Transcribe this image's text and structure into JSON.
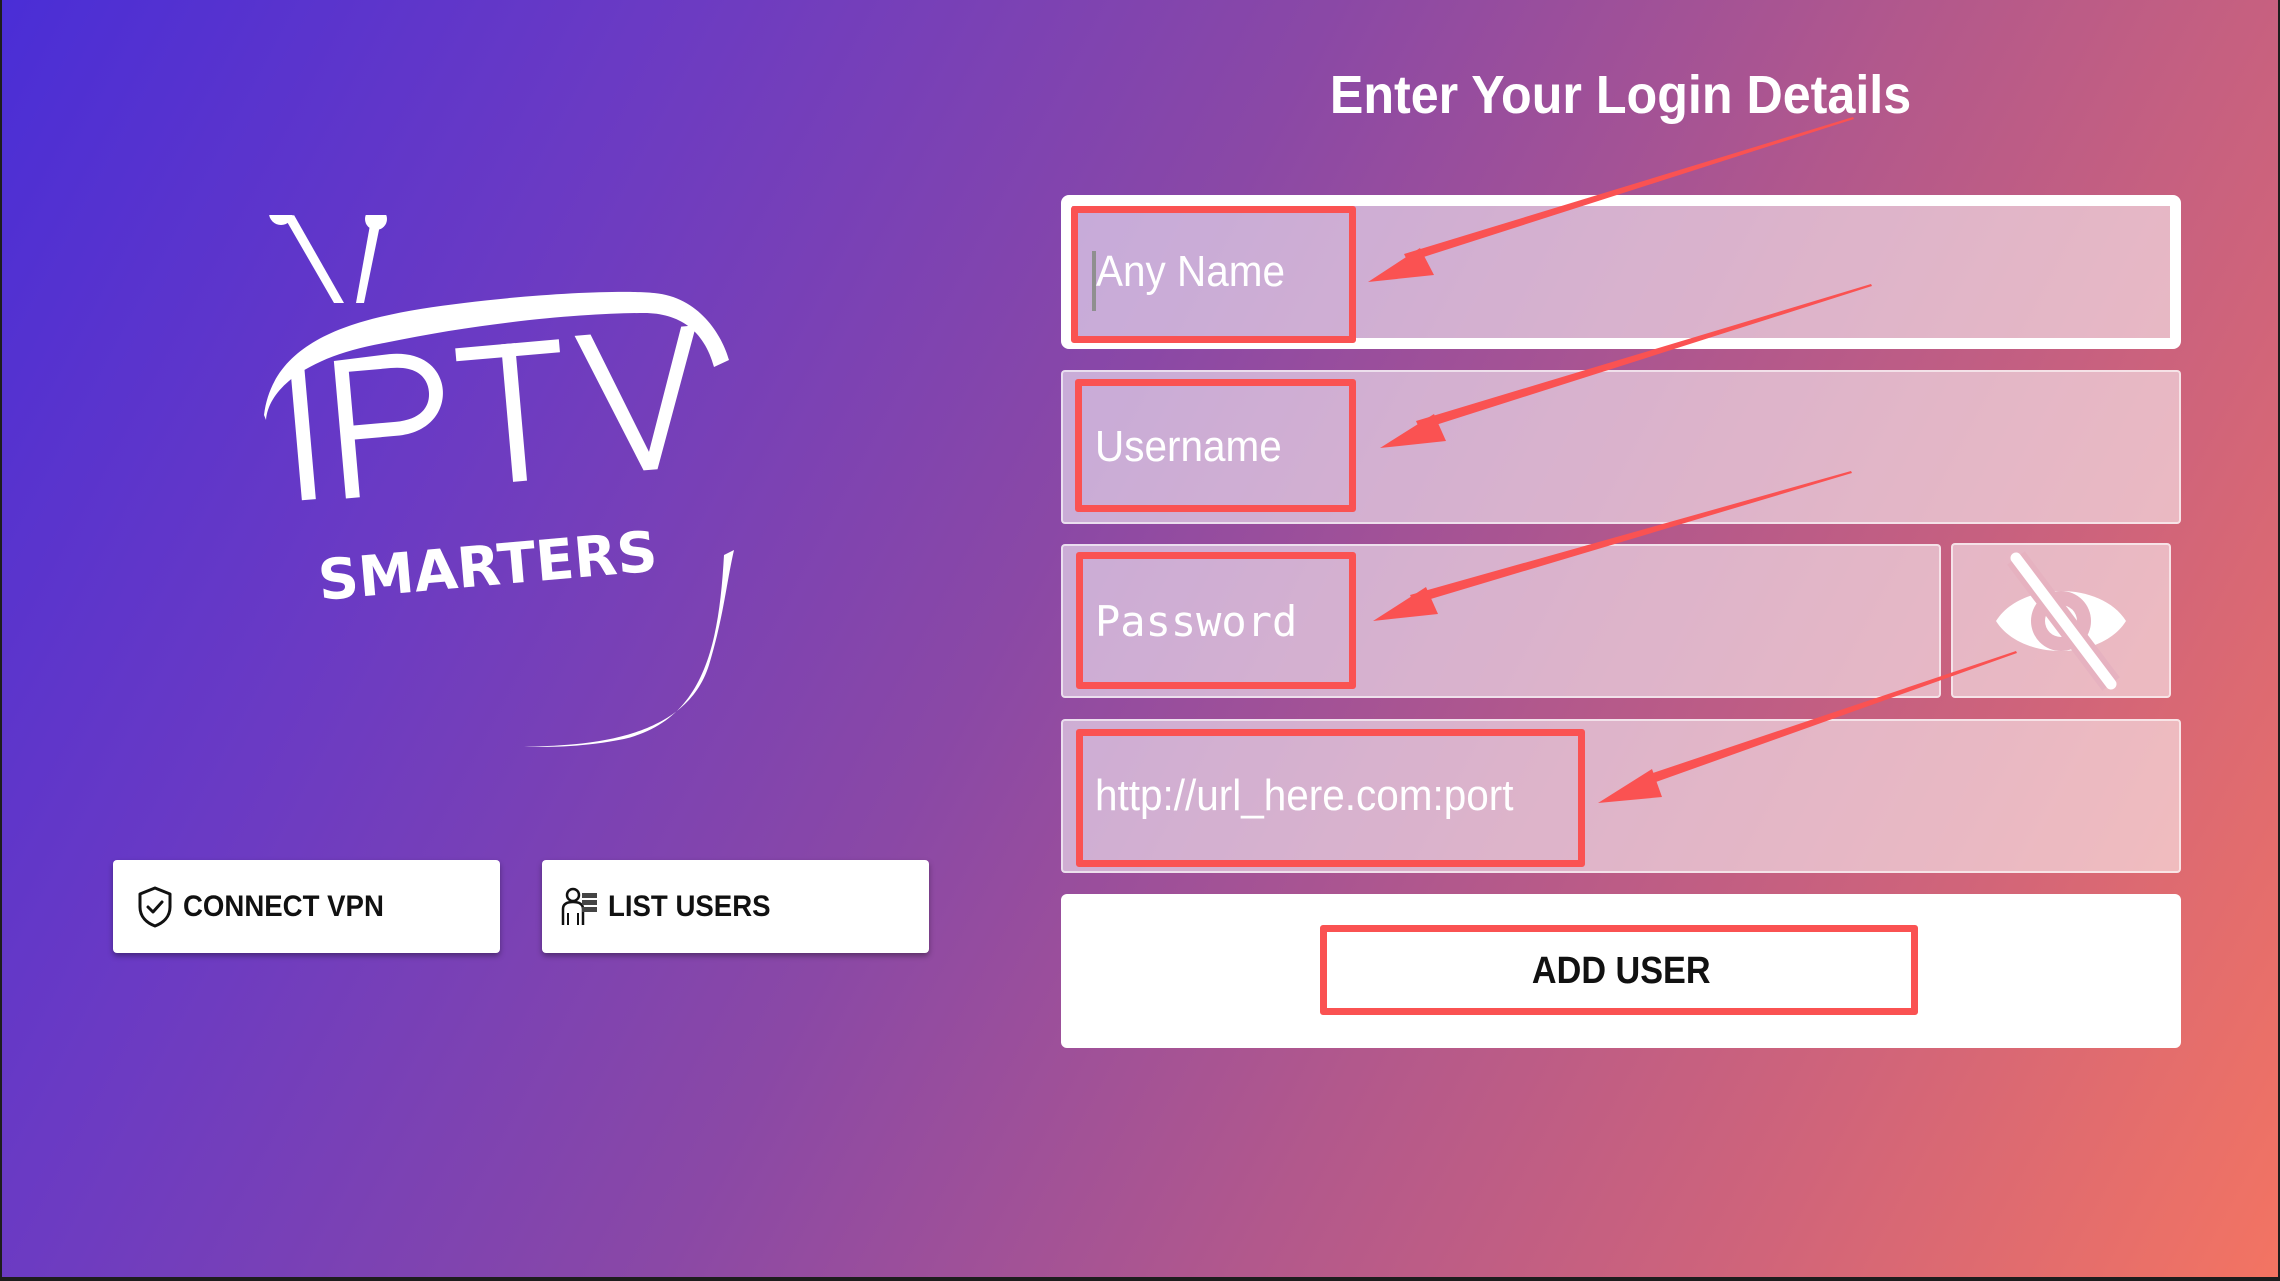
{
  "app": {
    "logo_text_main": "IPTV",
    "logo_text_sub": "SMARTERS"
  },
  "left_buttons": {
    "connect_vpn": {
      "label": "CONNECT VPN",
      "icon": "shield-check-icon"
    },
    "list_users": {
      "label": "LIST USERS",
      "icon": "user-list-icon"
    }
  },
  "form": {
    "title": "Enter Your Login Details",
    "fields": {
      "any_name": {
        "placeholder": "Any Name",
        "value": "",
        "focused": true
      },
      "username": {
        "placeholder": "Username",
        "value": ""
      },
      "password": {
        "placeholder": "Password",
        "value": ""
      },
      "url": {
        "placeholder": "http://url_here.com:port",
        "value": ""
      }
    },
    "password_toggle": {
      "icon": "eye-off-icon",
      "state": "hidden"
    },
    "submit_label": "ADD USER"
  },
  "annotations": {
    "color": "#fa5252",
    "highlighted": [
      "any_name",
      "username",
      "password",
      "url",
      "add_user"
    ]
  },
  "colors": {
    "gradient_start": "#4a2ed6",
    "gradient_end": "#f37462",
    "button_bg": "#ffffff",
    "text_on_bg": "#ffffff"
  }
}
